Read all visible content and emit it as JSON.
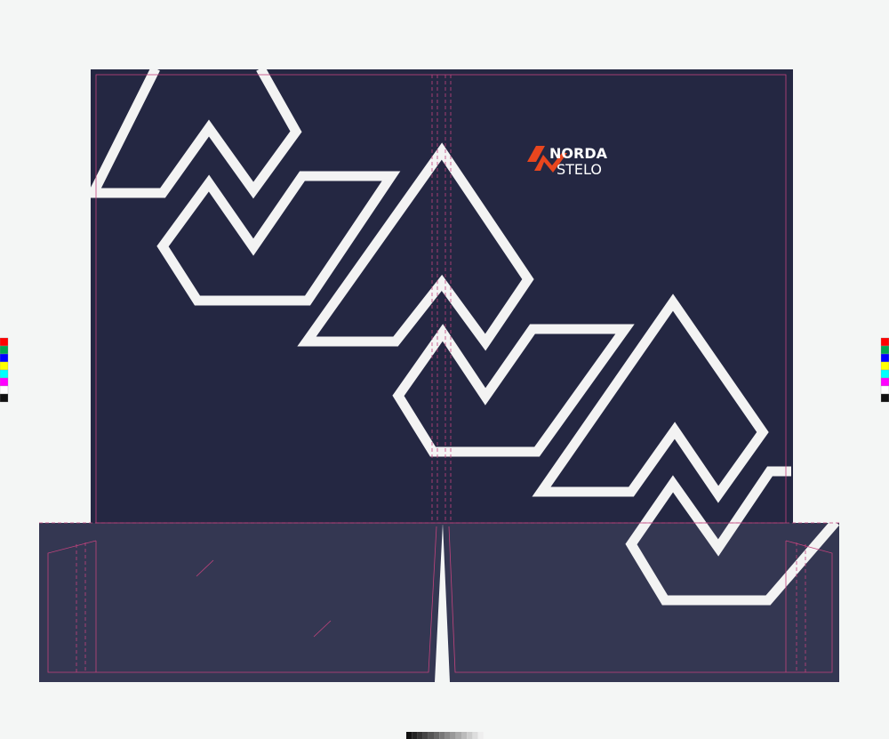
{
  "logo": {
    "line1": "NORDA",
    "line2": "STELO",
    "mark_icon": "norda-stelo-chevron-logo",
    "mark_color": "#e8461e",
    "text_color": "#ffffff"
  },
  "colors": {
    "canvas": "#f4f6f5",
    "panel": "#242742",
    "pocket": "#343752",
    "pattern": "#f3f3f3",
    "guide": "#c2437d"
  },
  "color_bar": [
    "#ff0000",
    "#00a651",
    "#0000ff",
    "#ffff00",
    "#00ffff",
    "#ff00ff",
    "#ffffff",
    "#111111"
  ],
  "gray_steps": [
    "#111111",
    "#222222",
    "#333333",
    "#444444",
    "#555555",
    "#666666",
    "#777777",
    "#888888",
    "#999999",
    "#aaaaaa",
    "#bbbbbb",
    "#cccccc",
    "#dddddd",
    "#eeeeee"
  ]
}
